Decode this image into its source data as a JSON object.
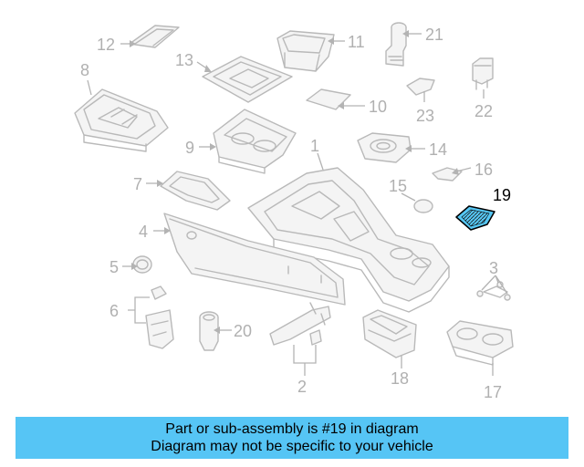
{
  "diagram": {
    "callouts": [
      "1",
      "2",
      "3",
      "4",
      "5",
      "6",
      "7",
      "8",
      "9",
      "10",
      "11",
      "12",
      "13",
      "14",
      "15",
      "16",
      "17",
      "18",
      "19",
      "20",
      "21",
      "22",
      "23"
    ],
    "highlighted_callout": "19",
    "colors": {
      "highlight": "#56c7f4",
      "callout_gray": "#b0b0b0",
      "banner_bg": "#56c5f5"
    }
  },
  "banner": {
    "line1": "Part or sub-assembly is #19 in diagram",
    "line2": "Diagram may not be specific to your vehicle"
  }
}
